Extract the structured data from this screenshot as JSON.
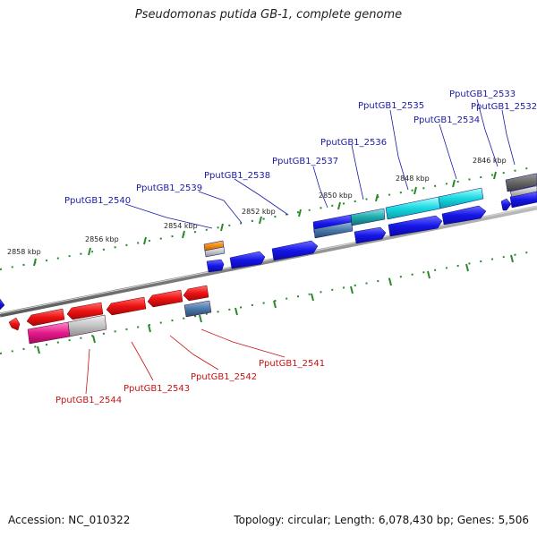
{
  "header": {
    "title": "Pseudomonas putida GB-1, complete genome"
  },
  "footer": {
    "accession": "Accession: NC_010322",
    "summary": "Topology: circular; Length: 6,078,430 bp; Genes: 5,506"
  },
  "colors": {
    "backbone": "#8c8c8c",
    "forward_gene": "#1010e6",
    "reverse_gene": "#e01010",
    "label_forward": "#1a1aa6",
    "label_reverse": "#c41414",
    "tick": "#2a8a2a"
  },
  "scale_labels": [
    "2858 kbp",
    "2856 kbp",
    "2854 kbp",
    "2852 kbp",
    "2850 kbp",
    "2848 kbp",
    "2846 kbp"
  ],
  "gene_labels_forward": [
    "PputGB1_2540",
    "PputGB1_2539",
    "PputGB1_2538",
    "PputGB1_2537",
    "PputGB1_2536",
    "PputGB1_2535",
    "PputGB1_2534",
    "PputGB1_2533",
    "PputGB1_2532"
  ],
  "gene_labels_reverse": [
    "PputGB1_2544",
    "PputGB1_2543",
    "PputGB1_2542",
    "PputGB1_2541"
  ]
}
